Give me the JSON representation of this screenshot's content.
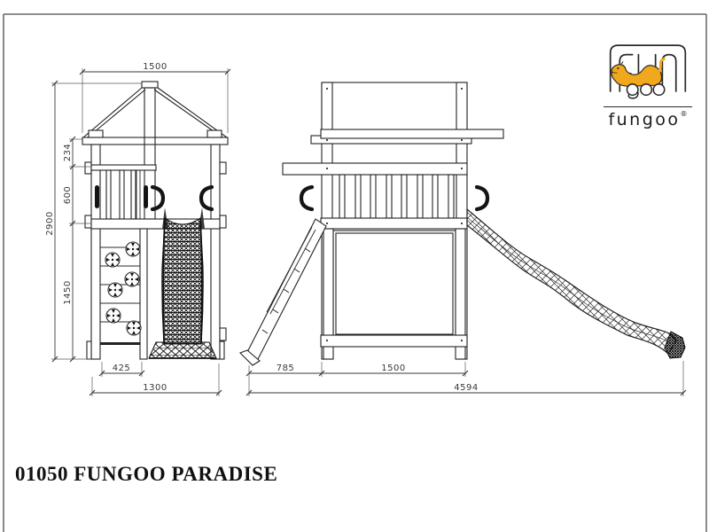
{
  "title": "01050 FUNGOO PARADISE",
  "logo": {
    "wordmark": "fungoo",
    "registered": "®"
  },
  "front_view": {
    "dims": {
      "roof_width": "1500",
      "total_height": "2900",
      "roof_to_rail": "234",
      "rail_height": "600",
      "lower_height": "1450",
      "climb_width": "425",
      "base_width": "1300"
    }
  },
  "side_view": {
    "dims": {
      "ladder_run": "785",
      "tower_depth": "1500",
      "overall_length": "4594"
    }
  },
  "colors": {
    "line": "#2b2b2b",
    "logo_orange": "#f2a81d",
    "border": "#4a4a4a",
    "background": "#ffffff"
  }
}
